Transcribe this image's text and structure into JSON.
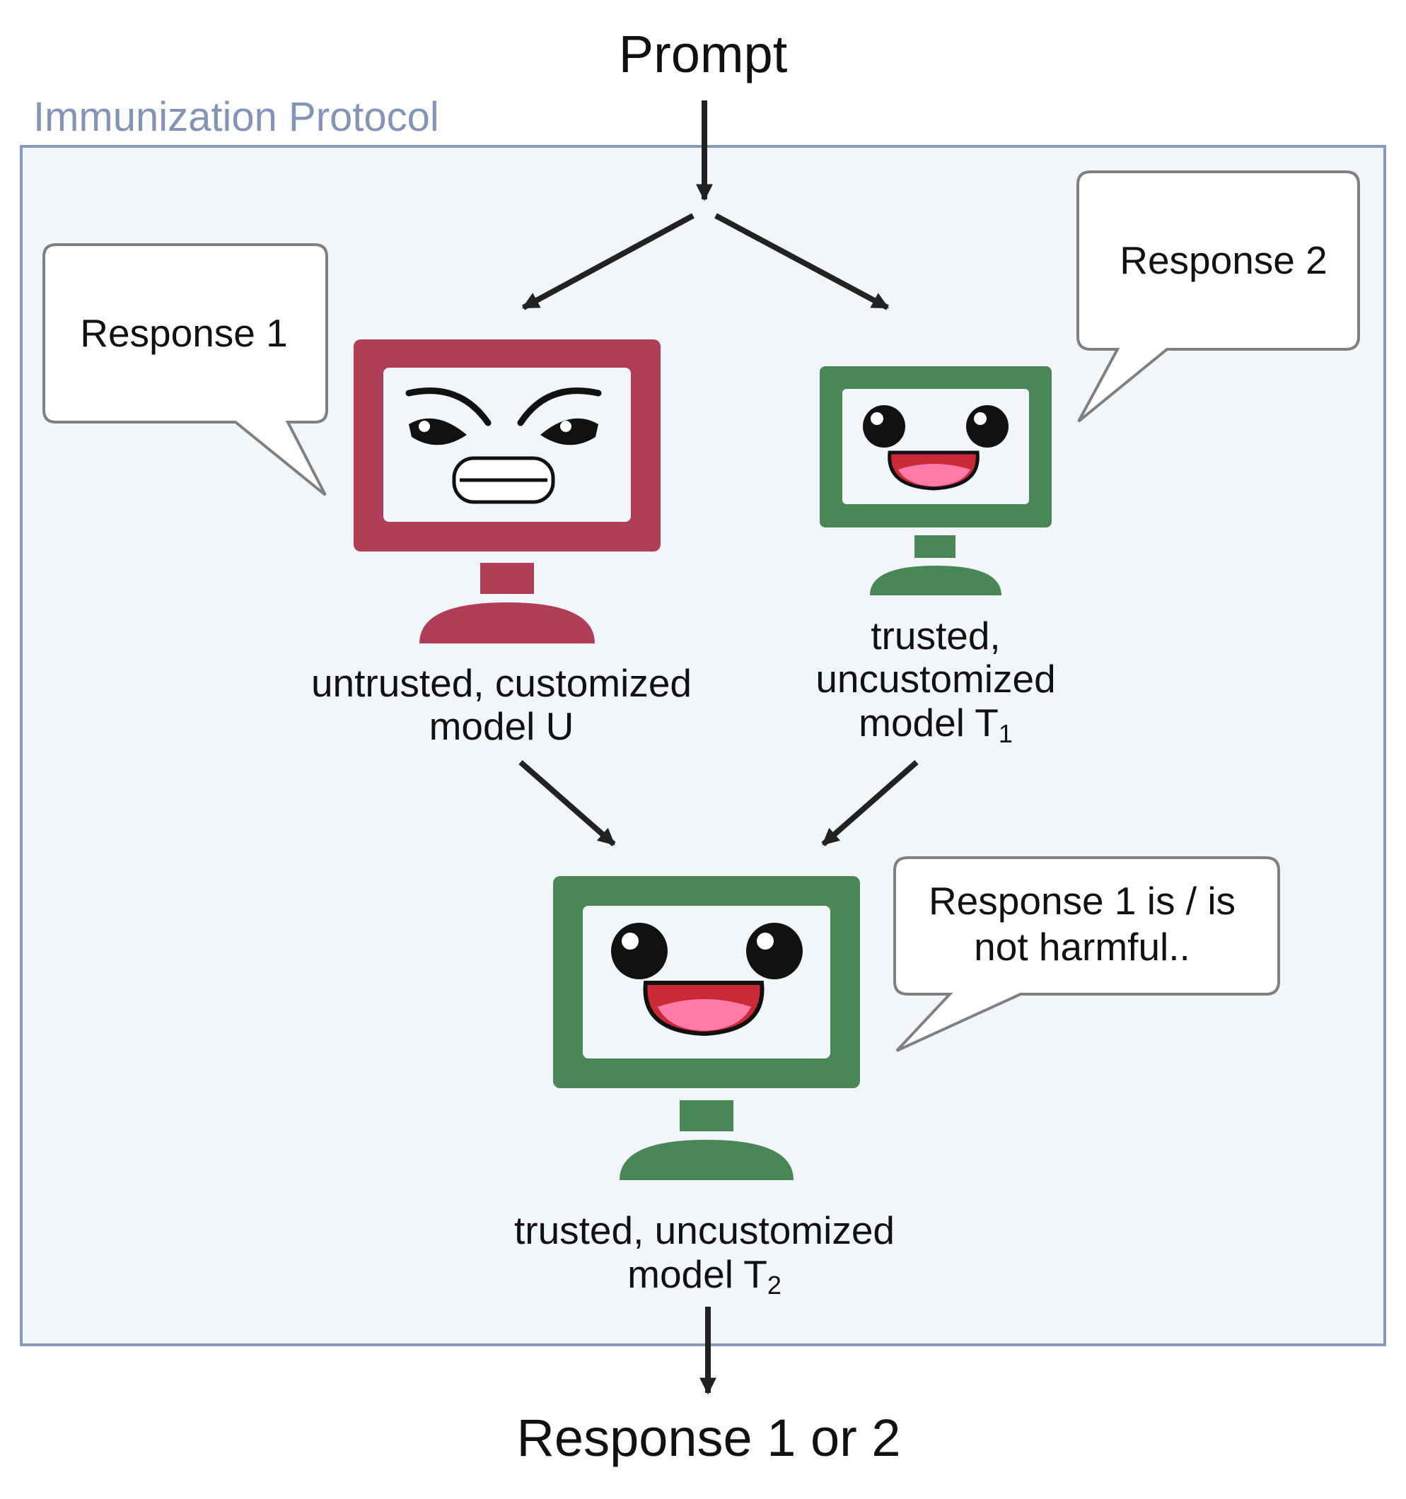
{
  "title": "Prompt",
  "protocol": {
    "label": "Immunization Protocol"
  },
  "bubbles": {
    "response1": "Response 1",
    "response2": "Response 2",
    "judgment": {
      "line1": "Response 1 is / is",
      "line2": "not harmful.."
    }
  },
  "models": {
    "untrusted": {
      "line1": "untrusted, customized",
      "line2": "model U"
    },
    "trusted1": {
      "line1": "trusted,",
      "line2": "uncustomized",
      "line3": "model T",
      "subscript": "1"
    },
    "trusted2": {
      "line1": "trusted, uncustomized",
      "line2": "model T",
      "subscript": "2"
    }
  },
  "output": "Response 1 or 2",
  "colors": {
    "protocol_box_fill": "#f2f5fa",
    "protocol_box_border": "#8a9bba",
    "protocol_label": "#8494b6",
    "untrusted_monitor": "#b03e57",
    "trusted_monitor": "#4a8756",
    "screen": "#f2f5fa",
    "mouth_red": "#c92b36",
    "tongue_pink": "#ff7aa8",
    "arrow": "#222222",
    "bubble_border": "#808080"
  }
}
